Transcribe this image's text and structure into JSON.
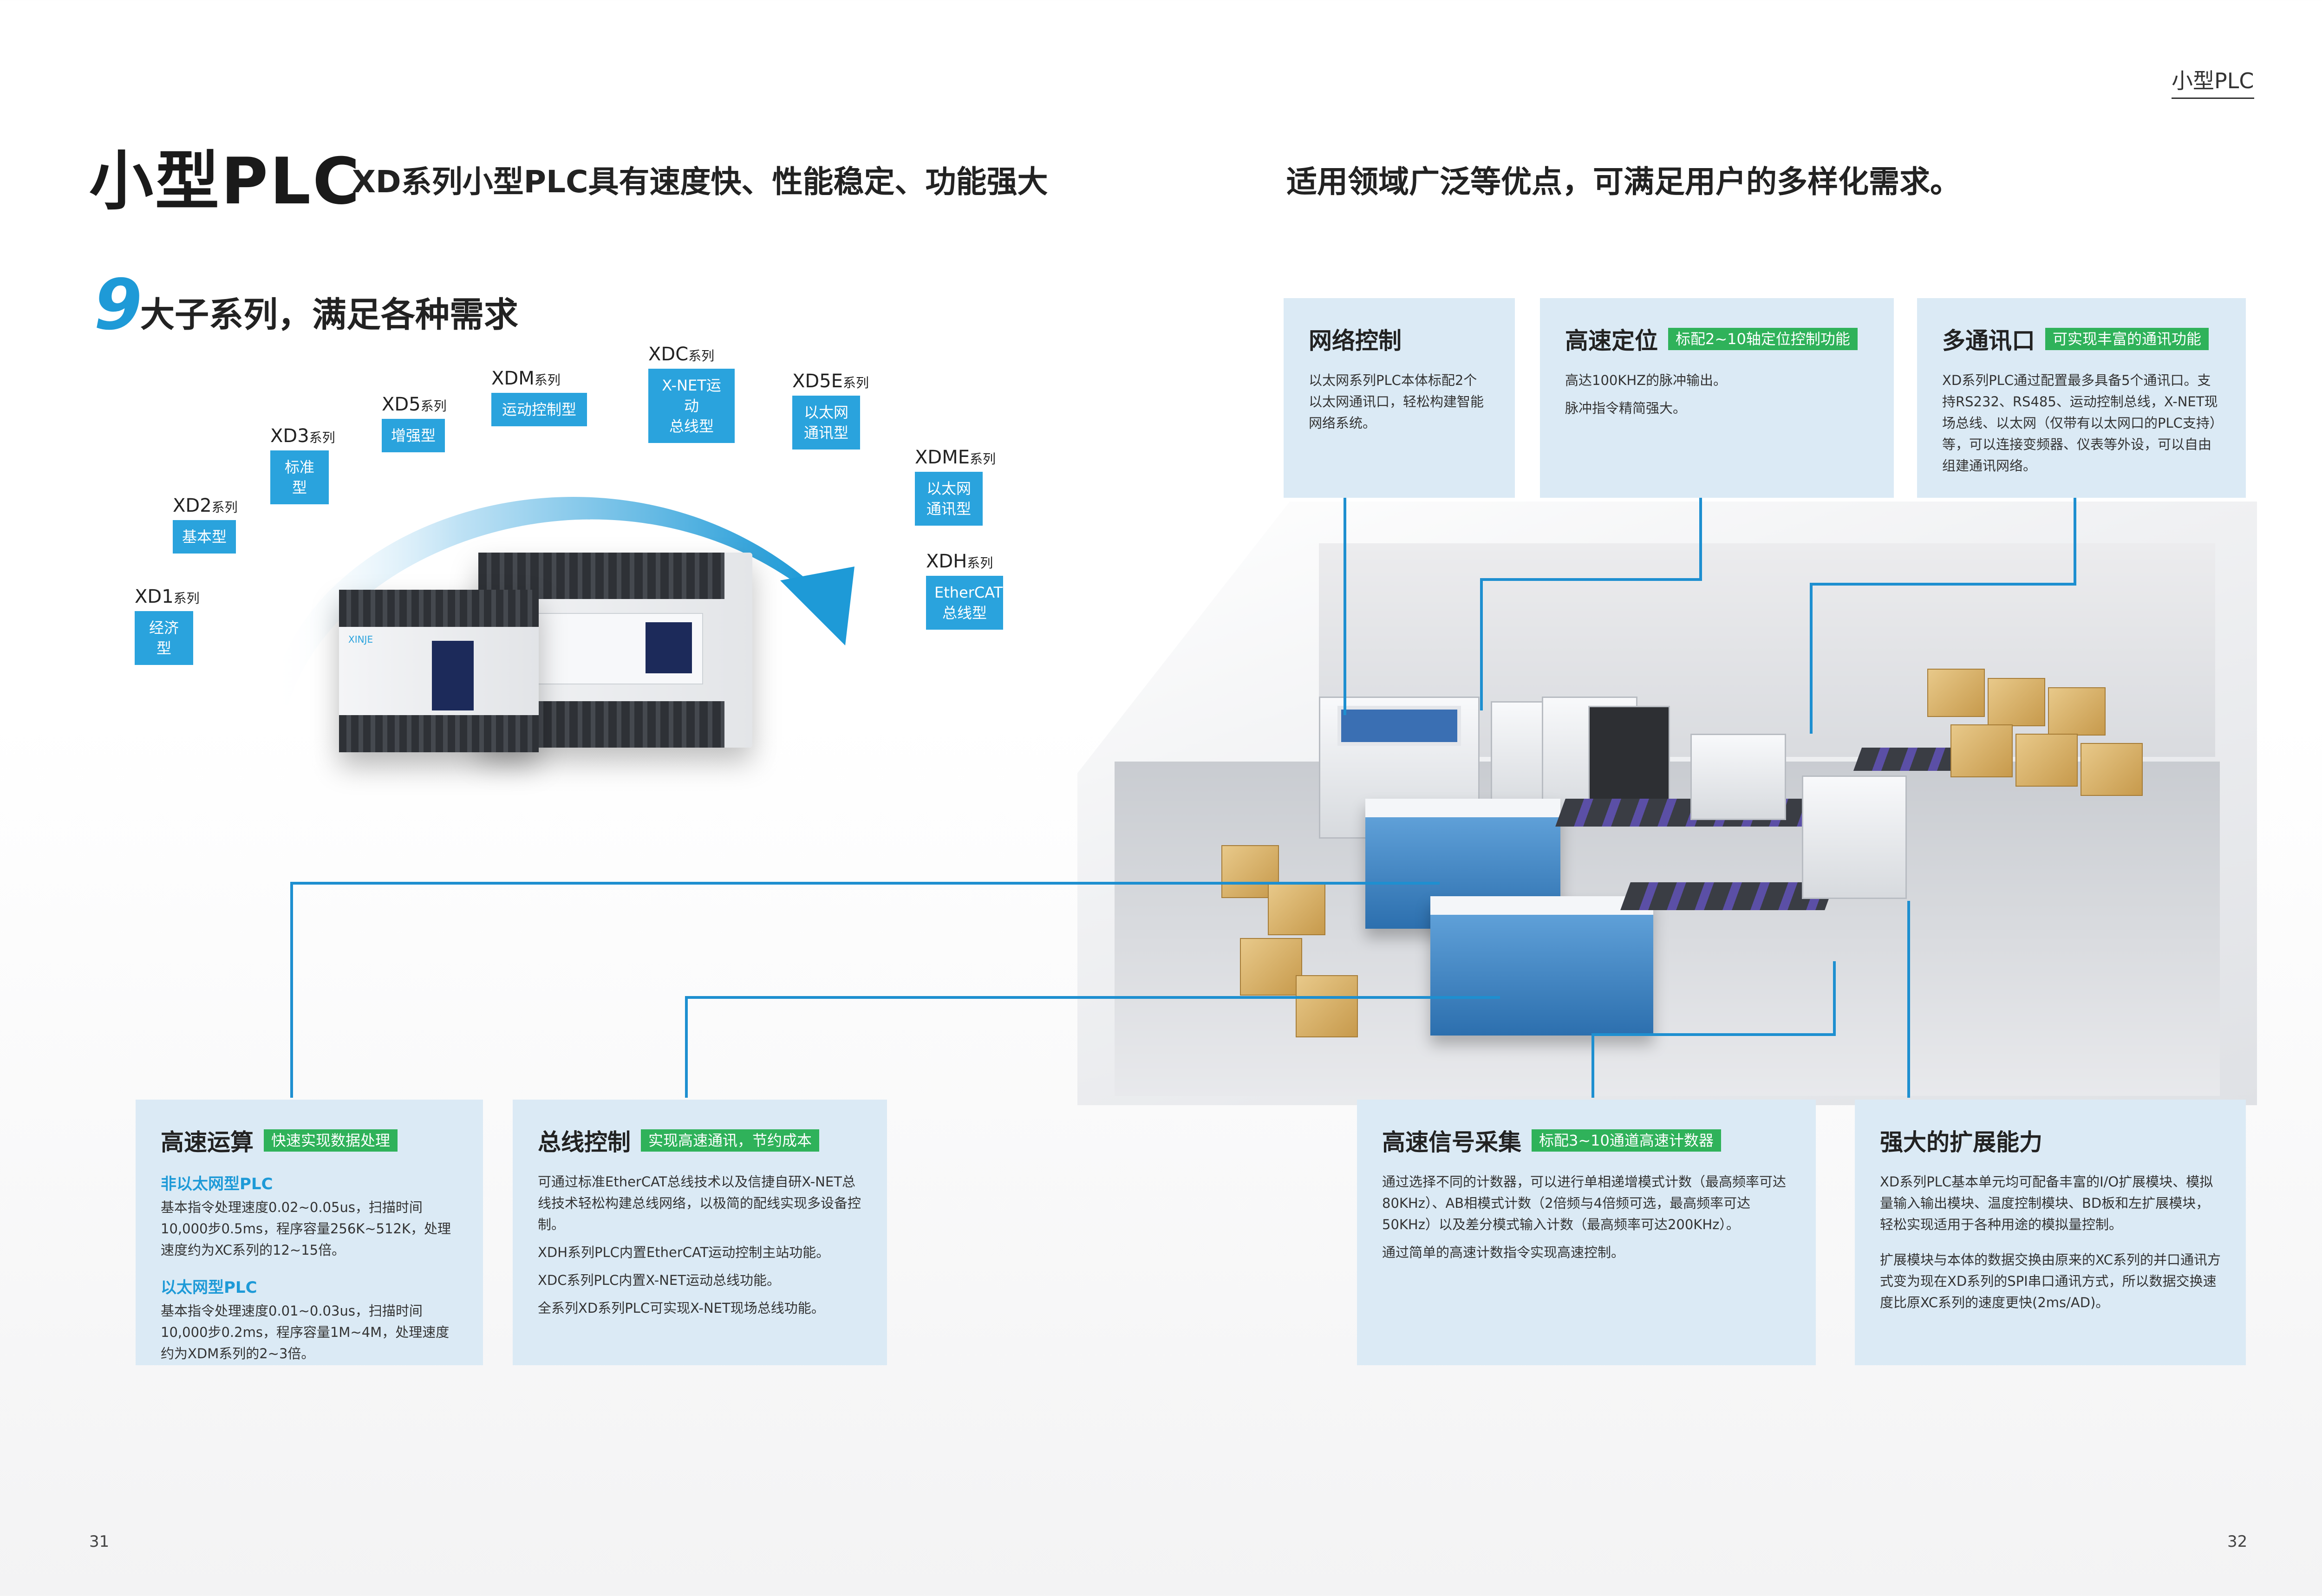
{
  "header": {
    "section_tag": "小型PLC",
    "title": "小型PLC",
    "lead_part1": "XD系列小型PLC具有速度快、性能稳定、功能强大",
    "lead_part2": "适用领域广泛等优点，可满足用户的多样化需求。"
  },
  "series_heading": {
    "number": "9",
    "title": "大子系列，满足各种需求"
  },
  "series": [
    {
      "name": "XD1",
      "suffix": "系列",
      "type": "经济型"
    },
    {
      "name": "XD2",
      "suffix": "系列",
      "type": "基本型"
    },
    {
      "name": "XD3",
      "suffix": "系列",
      "type": "标准型"
    },
    {
      "name": "XD5",
      "suffix": "系列",
      "type": "增强型"
    },
    {
      "name": "XDM",
      "suffix": "系列",
      "type": "运动控制型"
    },
    {
      "name": "XDC",
      "suffix": "系列",
      "type_line1": "X-NET运动",
      "type_line2": "总线型"
    },
    {
      "name": "XD5E",
      "suffix": "系列",
      "type_line1": "以太网",
      "type_line2": "通讯型"
    },
    {
      "name": "XDME",
      "suffix": "系列",
      "type_line1": "以太网",
      "type_line2": "通讯型"
    },
    {
      "name": "XDH",
      "suffix": "系列",
      "type_line1": "EtherCAT",
      "type_line2": "总线型"
    }
  ],
  "plc_brand": "XINJE",
  "features_top": [
    {
      "title": "网络控制",
      "text": "以太网系列PLC本体标配2个以太网通讯口，轻松构建智能网络系统。"
    },
    {
      "title": "高速定位",
      "tag": "标配2~10轴定位控制功能",
      "line1": "高达100KHZ的脉冲输出。",
      "line2": "脉冲指令精简强大。"
    },
    {
      "title": "多通讯口",
      "tag": "可实现丰富的通讯功能",
      "text": "XD系列PLC通过配置最多具备5个通讯口。支持RS232、RS485、运动控制总线，X-NET现场总线、以太网（仅带有以太网口的PLC支持）等，可以连接变频器、仪表等外设，可以自由组建通讯网络。"
    }
  ],
  "features_bottom": [
    {
      "title": "高速运算",
      "tag": "快速实现数据处理",
      "sub1": "非以太网型PLC",
      "text1": "基本指令处理速度0.02~0.05us，扫描时间10,000步0.5ms，程序容量256K~512K，处理速度约为XC系列的12~15倍。",
      "sub2": "以太网型PLC",
      "text2": "基本指令处理速度0.01~0.03us，扫描时间10,000步0.2ms，程序容量1M~4M，处理速度约为XDM系列的2~3倍。"
    },
    {
      "title": "总线控制",
      "tag": "实现高速通讯，节约成本",
      "text1": "可通过标准EtherCAT总线技术以及信捷自研X-NET总线技术轻松构建总线网络，以极简的配线实现多设备控制。",
      "text2": "XDH系列PLC内置EtherCAT运动控制主站功能。",
      "text3": "XDC系列PLC内置X-NET运动总线功能。",
      "text4": "全系列XD系列PLC可实现X-NET现场总线功能。"
    },
    {
      "title": "高速信号采集",
      "tag": "标配3~10通道高速计数器",
      "text1": "通过选择不同的计数器，可以进行单相递增模式计数（最高频率可达80KHz）、AB相模式计数（2倍频与4倍频可选，最高频率可达50KHz）以及差分模式输入计数（最高频率可达200KHz）。",
      "text2": "通过简单的高速计数指令实现高速控制。"
    },
    {
      "title": "强大的扩展能力",
      "text1": "XD系列PLC基本单元均可配备丰富的I/O扩展模块、模拟量输入输出模块、温度控制模块、BD板和左扩展模块，轻松实现适用于各种用途的模拟量控制。",
      "text2": "扩展模块与本体的数据交换由原来的XC系列的并口通讯方式变为现在XD系列的SPI串口通讯方式，所以数据交换速度比原XC系列的速度更快(2ms/AD)。"
    }
  ],
  "page_numbers": {
    "left": "31",
    "right": "32"
  },
  "colors": {
    "accent_blue": "#2aa3dd",
    "callout_bg": "#dbeaf5",
    "tag_green": "#2fb25a",
    "line_blue": "#1e8fd0"
  }
}
